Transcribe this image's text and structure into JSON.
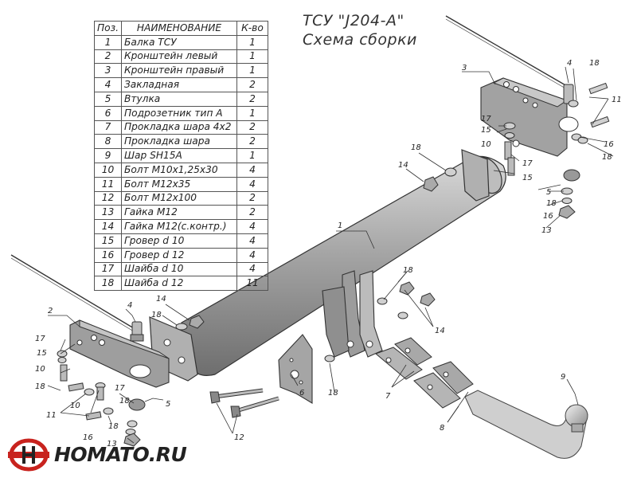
{
  "title": {
    "line1": "ТСУ \"J204-A\"",
    "line2": "Схема сборки"
  },
  "table": {
    "headers": {
      "num": "Поз.",
      "name": "НАИМЕНОВАНИЕ",
      "qty": "К-во"
    },
    "rows": [
      {
        "num": "1",
        "name": "Балка ТСУ",
        "qty": "1"
      },
      {
        "num": "2",
        "name": "Кронштейн левый",
        "qty": "1"
      },
      {
        "num": "3",
        "name": "Кронштейн правый",
        "qty": "1"
      },
      {
        "num": "4",
        "name": "Закладная",
        "qty": "2"
      },
      {
        "num": "5",
        "name": "Втулка",
        "qty": "2"
      },
      {
        "num": "6",
        "name": "Подрозетник тип А",
        "qty": "1"
      },
      {
        "num": "7",
        "name": "Прокладка шара 4х2",
        "qty": "2"
      },
      {
        "num": "8",
        "name": "Прокладка шара",
        "qty": "2"
      },
      {
        "num": "9",
        "name": "Шар SH15A",
        "qty": "1"
      },
      {
        "num": "10",
        "name": "Болт М10х1,25х30",
        "qty": "4"
      },
      {
        "num": "11",
        "name": "Болт М12х35",
        "qty": "4"
      },
      {
        "num": "12",
        "name": "Болт М12х100",
        "qty": "2"
      },
      {
        "num": "13",
        "name": "Гайка М12",
        "qty": "2"
      },
      {
        "num": "14",
        "name": "Гайка М12(с.контр.)",
        "qty": "4"
      },
      {
        "num": "15",
        "name": "Гровер d 10",
        "qty": "4"
      },
      {
        "num": "16",
        "name": "Гровер d 12",
        "qty": "4"
      },
      {
        "num": "17",
        "name": "Шайба d 10",
        "qty": "4"
      },
      {
        "num": "18",
        "name": "Шайба d 12",
        "qty": "11"
      }
    ]
  },
  "callouts": {
    "c1": "1",
    "c2": "2",
    "c3": "3",
    "c4a": "4",
    "c4b": "4",
    "c5a": "5",
    "c5b": "5",
    "c6": "6",
    "c7": "7",
    "c8": "8",
    "c9": "9",
    "c10a": "10",
    "c10b": "10",
    "c10c": "10",
    "c11a": "11",
    "c11b": "11",
    "c12": "12",
    "c13a": "13",
    "c13b": "13",
    "c14a": "14",
    "c14b": "14",
    "c14c": "14",
    "c15a": "15",
    "c15b": "15",
    "c15c": "15",
    "c16a": "16",
    "c16b": "16",
    "c16c": "16",
    "c17a": "17",
    "c17b": "17",
    "c17c": "17",
    "c17d": "17",
    "c18a": "18",
    "c18b": "18",
    "c18c": "18",
    "c18d": "18",
    "c18e": "18",
    "c18f": "18",
    "c18g": "18",
    "c18h": "18",
    "c18i": "18",
    "c18j": "18"
  },
  "logo": {
    "text": "HOMATO.RU",
    "colors": {
      "red": "#c8231e",
      "dark": "#222222"
    }
  },
  "colors": {
    "part_fill": "#9a9a9a",
    "part_light": "#c8c8c8",
    "line": "#333333"
  }
}
